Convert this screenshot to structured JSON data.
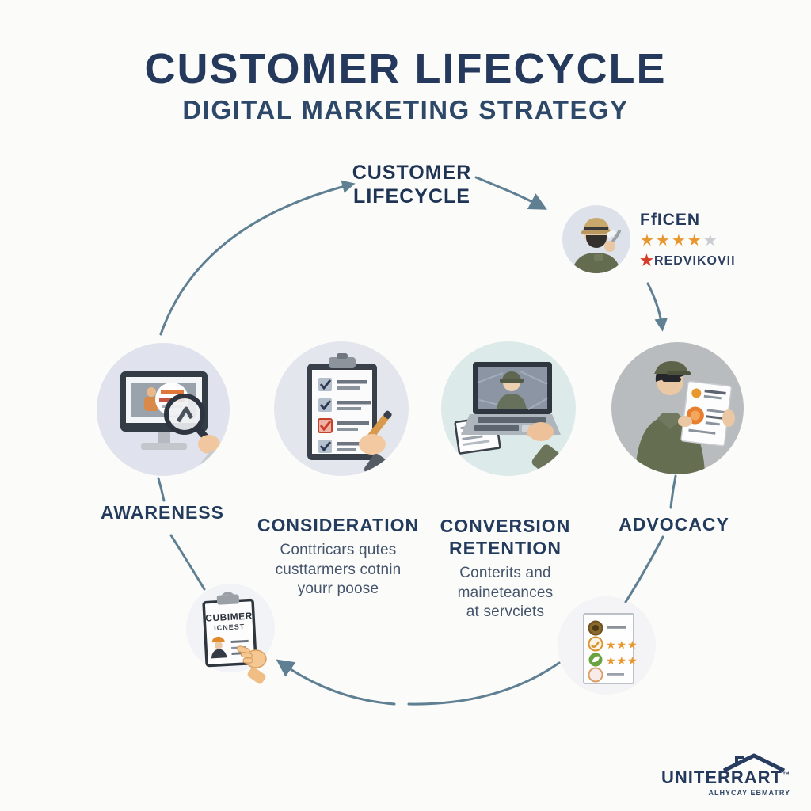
{
  "header": {
    "title": "CUSTOMER LIFECYCLE",
    "subtitle": "DIGITAL MARKETING STRATEGY"
  },
  "cycle_label": {
    "line1": "CUSTOMER",
    "line2": "LIFECYCLE"
  },
  "reviewer": {
    "name": "FfICEN",
    "stars_filled": "★★★★",
    "stars_empty": "★",
    "review_star": "★",
    "review_text": "REDVIKOVII"
  },
  "stages": {
    "awareness": {
      "label": "AWARENESS"
    },
    "consideration": {
      "label": "CONSIDERATION",
      "line1": "Conttricars qutes",
      "line2": "custtarmers cotnin",
      "line3": "yourr poose"
    },
    "conversion": {
      "label1": "CONVERSION",
      "label2": "RETENTION",
      "line1": "Conterits and",
      "line2": "maineteances",
      "line3": "at servciets"
    },
    "advocacy": {
      "label": "ADVOCACY"
    }
  },
  "feedback_clipboard": {
    "line1": "CUBIMER",
    "line2": "ICNEST"
  },
  "review_card": {
    "row2_stars": "★★★",
    "row3_stars": "★★★"
  },
  "logo": {
    "name": "UNITERRART",
    "tm": "™",
    "tagline": "ALHYCAY EBMATRY"
  },
  "colors": {
    "navy": "#24395c",
    "arrow": "#5f7f93",
    "star_orange": "#e8962e",
    "star_red": "#d63c2a",
    "circle_awareness": "#e0e3ed",
    "circle_consideration": "#e4e6ee",
    "circle_conversion": "#dcebea",
    "circle_advocacy": "#b9bcbe"
  }
}
